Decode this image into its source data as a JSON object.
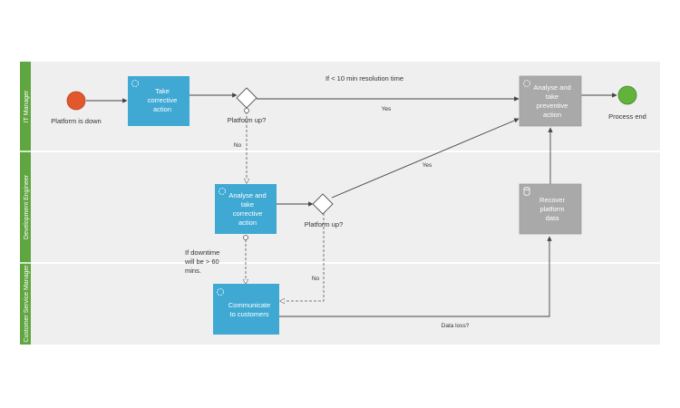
{
  "lanes": [
    {
      "label": "IT Manager"
    },
    {
      "label": "Development Engineer"
    },
    {
      "label": "Customer Service Manager"
    }
  ],
  "events": {
    "start": {
      "label": "Platform is down",
      "color": "#e2572b"
    },
    "end": {
      "label": "Process end",
      "color": "#62b23c"
    }
  },
  "tasks": {
    "take_corrective": [
      "Take",
      "corrective",
      "action"
    ],
    "analyse_corrective": [
      "Analyse and",
      "take",
      "corrective",
      "action"
    ],
    "communicate": [
      "Communicate",
      "to customers"
    ],
    "analyse_preventive": [
      "Analyse and",
      "take",
      "preventive",
      "action"
    ],
    "recover": [
      "Recover",
      "platform",
      "data"
    ]
  },
  "gateways": {
    "g1": {
      "label": "Platform up?"
    },
    "g2": {
      "label": "Platform up?"
    }
  },
  "flow_labels": {
    "resolution_time": "If < 10 min resolution time",
    "yes_top": "Yes",
    "yes_mid": "Yes",
    "no_left": "No",
    "no_right": "No",
    "downtime": [
      "If downtime",
      "will be > 60",
      "mins."
    ],
    "data_loss": "Data loss?"
  },
  "colors": {
    "lane_header": "#5fa540",
    "task_blue": "#3fa9d4",
    "task_gray": "#a9a9a9",
    "lane_background": "#efefef"
  }
}
